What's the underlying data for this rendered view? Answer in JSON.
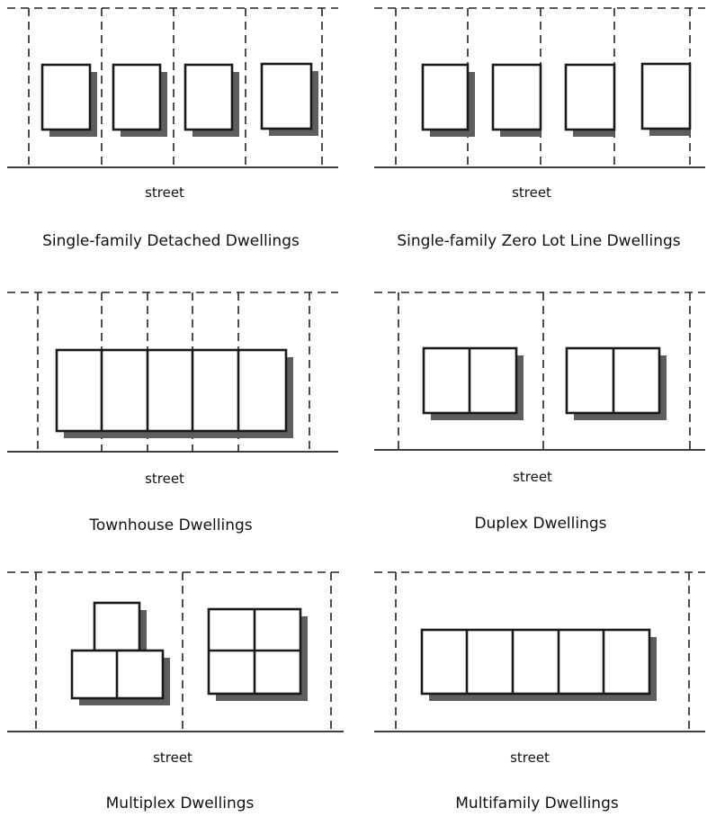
{
  "panels": [
    {
      "id": "single-family-detached",
      "street_label": "street",
      "caption": "Single-family Detached Dwellings"
    },
    {
      "id": "single-family-zero-lot-line",
      "street_label": "street",
      "caption": "Single-family Zero Lot Line Dwellings"
    },
    {
      "id": "townhouse",
      "street_label": "street",
      "caption": "Townhouse Dwellings"
    },
    {
      "id": "duplex",
      "street_label": "street",
      "caption": "Duplex Dwellings"
    },
    {
      "id": "multiplex",
      "street_label": "street",
      "caption": "Multiplex Dwellings"
    },
    {
      "id": "multifamily",
      "street_label": "street",
      "caption": "Multifamily Dwellings"
    }
  ],
  "colors": {
    "line": "#1a1a1a",
    "shadow": "#5e5e5e",
    "fill": "#ffffff"
  }
}
